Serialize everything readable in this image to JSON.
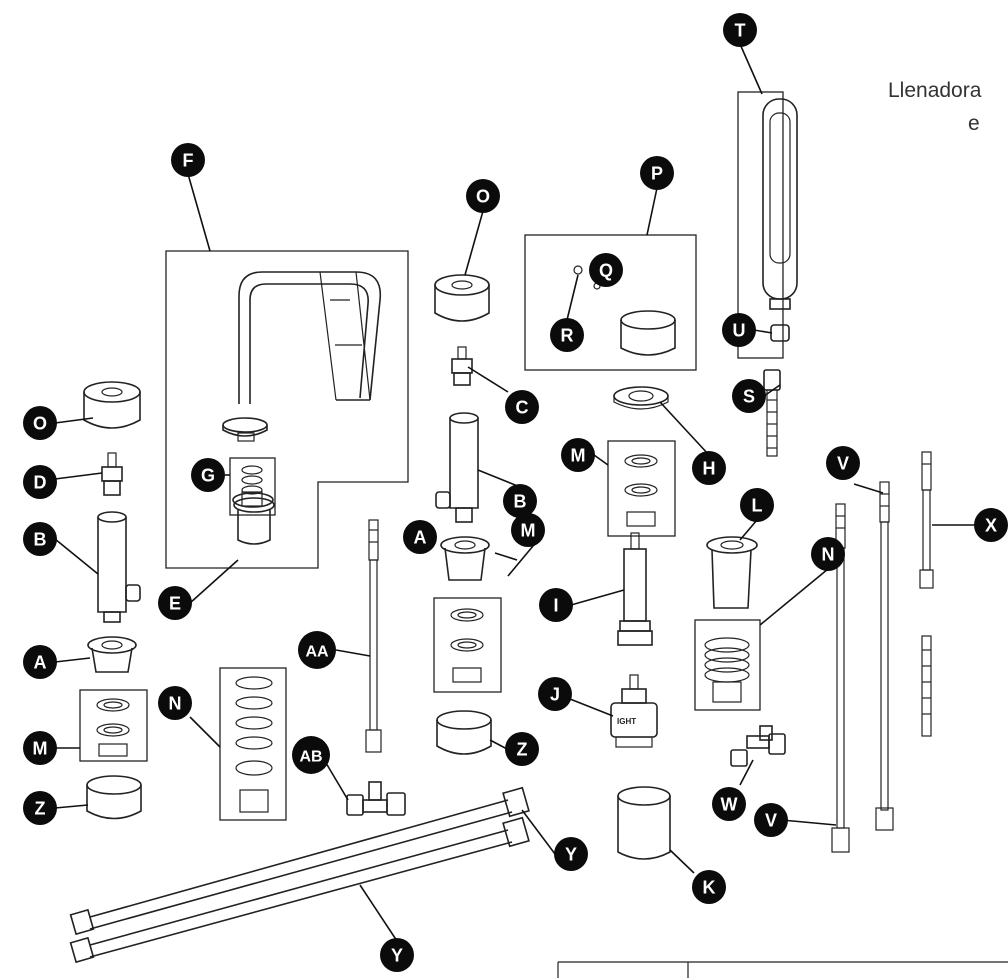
{
  "caption": {
    "line1": "Llenadora",
    "line2": "e"
  },
  "labels": {
    "A": "A",
    "B": "B",
    "C": "C",
    "D": "D",
    "E": "E",
    "F": "F",
    "G": "G",
    "H": "H",
    "I": "I",
    "J": "J",
    "K": "K",
    "L": "L",
    "M": "M",
    "N": "N",
    "O": "O",
    "P": "P",
    "Q": "Q",
    "R": "R",
    "S": "S",
    "T": "T",
    "U": "U",
    "V": "V",
    "W": "W",
    "X": "X",
    "Y": "Y",
    "Z": "Z",
    "AA": "AA",
    "AB": "AB"
  },
  "cartridge_marking": "IGHT"
}
